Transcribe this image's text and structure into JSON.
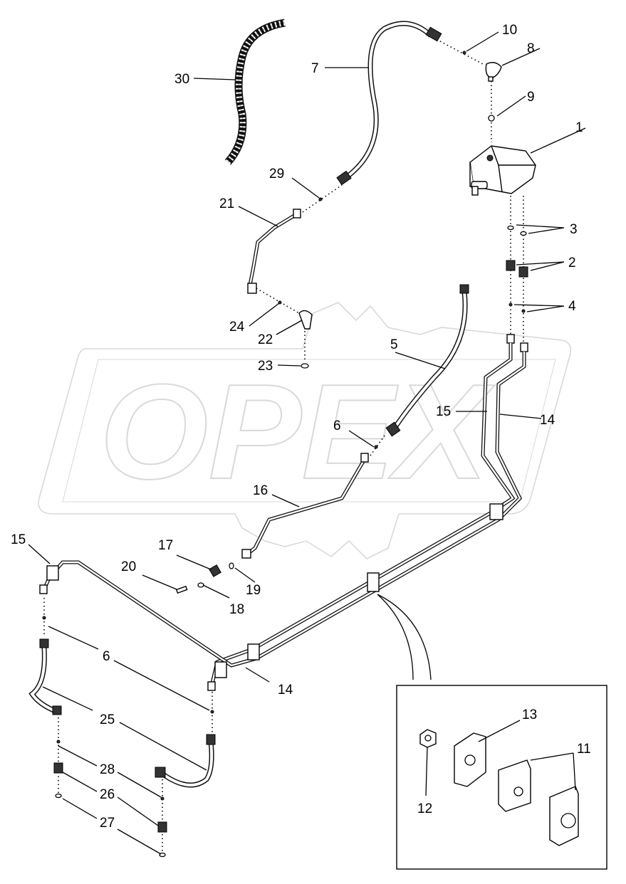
{
  "watermark": {
    "text": "OPEX"
  },
  "corner_mark": "",
  "callouts": [
    {
      "id": "c1",
      "text": "1"
    },
    {
      "id": "c2",
      "text": "2"
    },
    {
      "id": "c3",
      "text": "3"
    },
    {
      "id": "c4",
      "text": "4"
    },
    {
      "id": "c5",
      "text": "5"
    },
    {
      "id": "c6a",
      "text": "6"
    },
    {
      "id": "c6b",
      "text": "6"
    },
    {
      "id": "c7",
      "text": "7"
    },
    {
      "id": "c8",
      "text": "8"
    },
    {
      "id": "c9",
      "text": "9"
    },
    {
      "id": "c10",
      "text": "10"
    },
    {
      "id": "c11",
      "text": "11"
    },
    {
      "id": "c12",
      "text": "12"
    },
    {
      "id": "c13",
      "text": "13"
    },
    {
      "id": "c14a",
      "text": "14"
    },
    {
      "id": "c14b",
      "text": "14"
    },
    {
      "id": "c15a",
      "text": "15"
    },
    {
      "id": "c15b",
      "text": "15"
    },
    {
      "id": "c16",
      "text": "16"
    },
    {
      "id": "c17",
      "text": "17"
    },
    {
      "id": "c18",
      "text": "18"
    },
    {
      "id": "c19",
      "text": "19"
    },
    {
      "id": "c20",
      "text": "20"
    },
    {
      "id": "c21",
      "text": "21"
    },
    {
      "id": "c22",
      "text": "22"
    },
    {
      "id": "c23",
      "text": "23"
    },
    {
      "id": "c24",
      "text": "24"
    },
    {
      "id": "c25",
      "text": "25"
    },
    {
      "id": "c26",
      "text": "26"
    },
    {
      "id": "c27",
      "text": "27"
    },
    {
      "id": "c28",
      "text": "28"
    },
    {
      "id": "c29",
      "text": "29"
    },
    {
      "id": "c30",
      "text": "30"
    }
  ],
  "colors": {
    "line": "#000000",
    "watermark": "#d9d9d9",
    "background": "#ffffff"
  }
}
